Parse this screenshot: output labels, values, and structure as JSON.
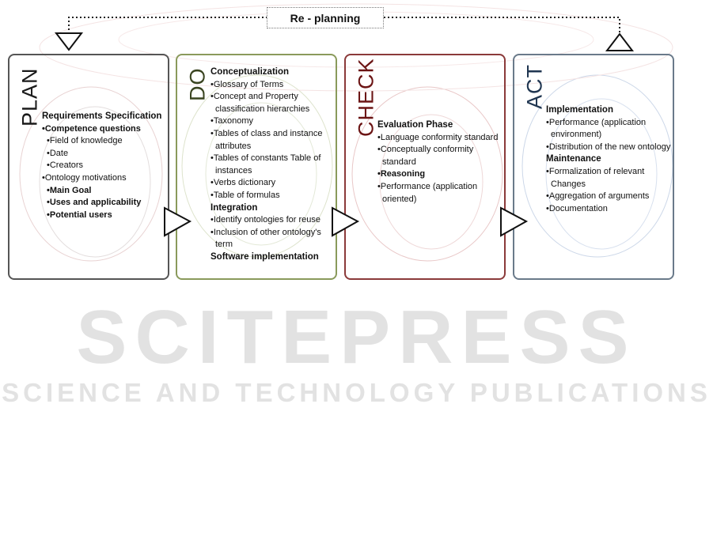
{
  "replan": {
    "label": "Re - planning"
  },
  "phases": {
    "plan": {
      "title": "PLAN",
      "lines": [
        {
          "text": "Requirements Specification",
          "style": "h",
          "level": 0
        },
        {
          "text": "•Competence questions",
          "style": "b",
          "level": 1
        },
        {
          "text": "•Field of knowledge",
          "style": "",
          "level": 2
        },
        {
          "text": "•Date",
          "style": "",
          "level": 2
        },
        {
          "text": "•Creators",
          "style": "",
          "level": 2
        },
        {
          "text": "•Ontology motivations",
          "style": "",
          "level": 1
        },
        {
          "text": "•Main Goal",
          "style": "b",
          "level": 2
        },
        {
          "text": "•Uses and applicability",
          "style": "b",
          "level": 2
        },
        {
          "text": "•Potential users",
          "style": "b",
          "level": 2
        }
      ]
    },
    "do": {
      "title": "DO",
      "lines": [
        {
          "text": "Conceptualization",
          "style": "h",
          "level": 0
        },
        {
          "text": "•Glossary of Terms",
          "style": "",
          "level": 1
        },
        {
          "text": "•Concept and Property classification hierarchies",
          "style": "",
          "level": 1
        },
        {
          "text": "•Taxonomy",
          "style": "",
          "level": 1
        },
        {
          "text": "•Tables of class and instance attributes",
          "style": "",
          "level": 1
        },
        {
          "text": "•Tables of constants Table of instances",
          "style": "",
          "level": 1
        },
        {
          "text": "•Verbs dictionary",
          "style": "",
          "level": 1
        },
        {
          "text": "•Table of formulas",
          "style": "",
          "level": 1
        },
        {
          "text": "Integration",
          "style": "h",
          "level": 0
        },
        {
          "text": "•Identify ontologies for reuse",
          "style": "",
          "level": 1
        },
        {
          "text": "•Inclusion of other ontology's term",
          "style": "",
          "level": 1
        },
        {
          "text": "Software implementation",
          "style": "h",
          "level": 0
        }
      ]
    },
    "check": {
      "title": "CHECK",
      "lines": [
        {
          "text": "Evaluation Phase",
          "style": "h",
          "level": 0
        },
        {
          "text": "•Language conformity standard",
          "style": "",
          "level": 1
        },
        {
          "text": "•Conceptually conformity standard",
          "style": "",
          "level": 1
        },
        {
          "text": "•Reasoning",
          "style": "b",
          "level": 1
        },
        {
          "text": "•Performance (application oriented)",
          "style": "",
          "level": 1
        }
      ]
    },
    "act": {
      "title": "ACT",
      "lines": [
        {
          "text": "Implementation",
          "style": "h",
          "level": 0
        },
        {
          "text": "•Performance (application environment)",
          "style": "",
          "level": 1
        },
        {
          "text": "•Distribution of the new ontology",
          "style": "",
          "level": 1
        },
        {
          "text": "Maintenance",
          "style": "h",
          "level": 0
        },
        {
          "text": "•Formalization of relevant Changes",
          "style": "",
          "level": 1
        },
        {
          "text": "•Aggregation of arguments",
          "style": "",
          "level": 1
        },
        {
          "text": "•Documentation",
          "style": "",
          "level": 1
        }
      ]
    }
  },
  "watermark": {
    "line1": "SCITEPRESS",
    "line2": "SCIENCE AND TECHNOLOGY PUBLICATIONS"
  },
  "colors": {
    "plan": "#555555",
    "do": "#8a9a5b",
    "check": "#8b3a3a",
    "act": "#6a7a8a"
  }
}
